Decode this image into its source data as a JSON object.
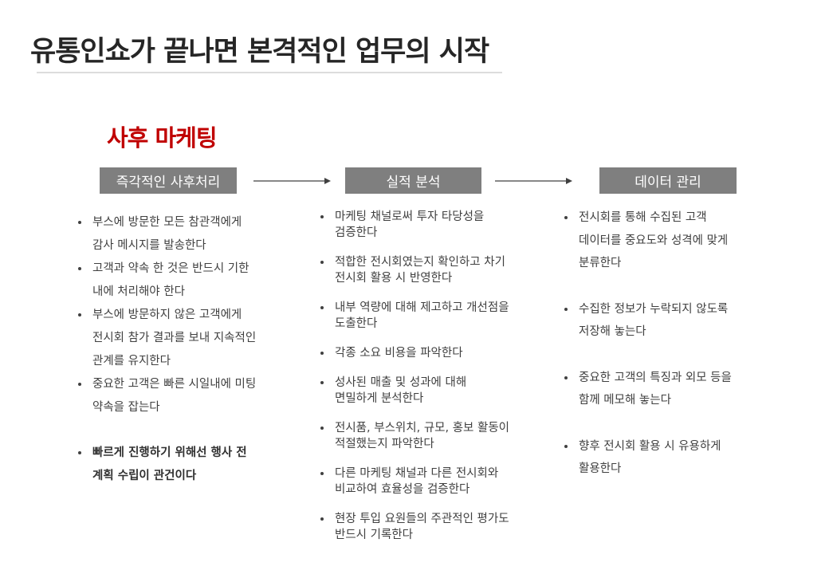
{
  "slide": {
    "title": "유통인쇼가 끝나면 본격적인 업무의 시작",
    "section_title": "사후 마케팅"
  },
  "stages": [
    {
      "label": "즉각적인 사후처리",
      "bullets": [
        {
          "lines": [
            "부스에 방문한 모든 참관객에게",
            "감사 메시지를 발송한다"
          ]
        },
        {
          "lines": [
            "고객과 약속 한 것은 반드시 기한",
            "내에 처리해야 한다"
          ]
        },
        {
          "lines": [
            "부스에 방문하지 않은 고객에게",
            "전시회 참가 결과를 보내 지속적인",
            "관계를 유지한다"
          ]
        },
        {
          "lines": [
            "중요한 고객은 빠른 시일내에 미팅",
            "약속을 잡는다"
          ]
        },
        {
          "lines": [
            "빠르게 진행하기 위해선 행사 전",
            "계획 수립이 관건이다"
          ]
        }
      ]
    },
    {
      "label": "실적 분석",
      "bullets": [
        {
          "lines": [
            "마케팅 채널로써 투자 타당성을",
            "검증한다"
          ]
        },
        {
          "lines": [
            "적합한 전시회였는지 확인하고 차기",
            "전시회 활용 시 반영한다"
          ]
        },
        {
          "lines": [
            "내부 역량에 대해 제고하고 개선점을",
            "도출한다"
          ]
        },
        {
          "lines": [
            "각종 소요 비용을 파악한다"
          ]
        },
        {
          "lines": [
            "성사된 매출 및 성과에 대해",
            "면밀하게 분석한다"
          ]
        },
        {
          "lines": [
            "전시품, 부스위치, 규모, 홍보 활동이",
            "적절했는지 파악한다"
          ]
        },
        {
          "lines": [
            "다른 마케팅 채널과 다른 전시회와",
            "비교하여 효율성을 검증한다"
          ]
        },
        {
          "lines": [
            "현장 투입 요원들의 주관적인 평가도",
            "반드시 기록한다"
          ]
        }
      ]
    },
    {
      "label": "데이터 관리",
      "bullets": [
        {
          "lines": [
            "전시회를 통해 수집된 고객",
            "데이터를 중요도와 성격에 맞게",
            "분류한다"
          ]
        },
        {
          "lines": [
            "수집한 정보가 누락되지 않도록",
            "저장해 놓는다"
          ]
        },
        {
          "lines": [
            "중요한 고객의 특징과 외모 등을",
            "함께 메모해 놓는다"
          ]
        },
        {
          "lines": [
            "향후 전시회 활용 시 유용하게",
            "활용한다"
          ]
        }
      ]
    }
  ],
  "colors": {
    "accent_red": "#c00000",
    "pill_gray": "#7f7f7f",
    "text": "#404040"
  }
}
